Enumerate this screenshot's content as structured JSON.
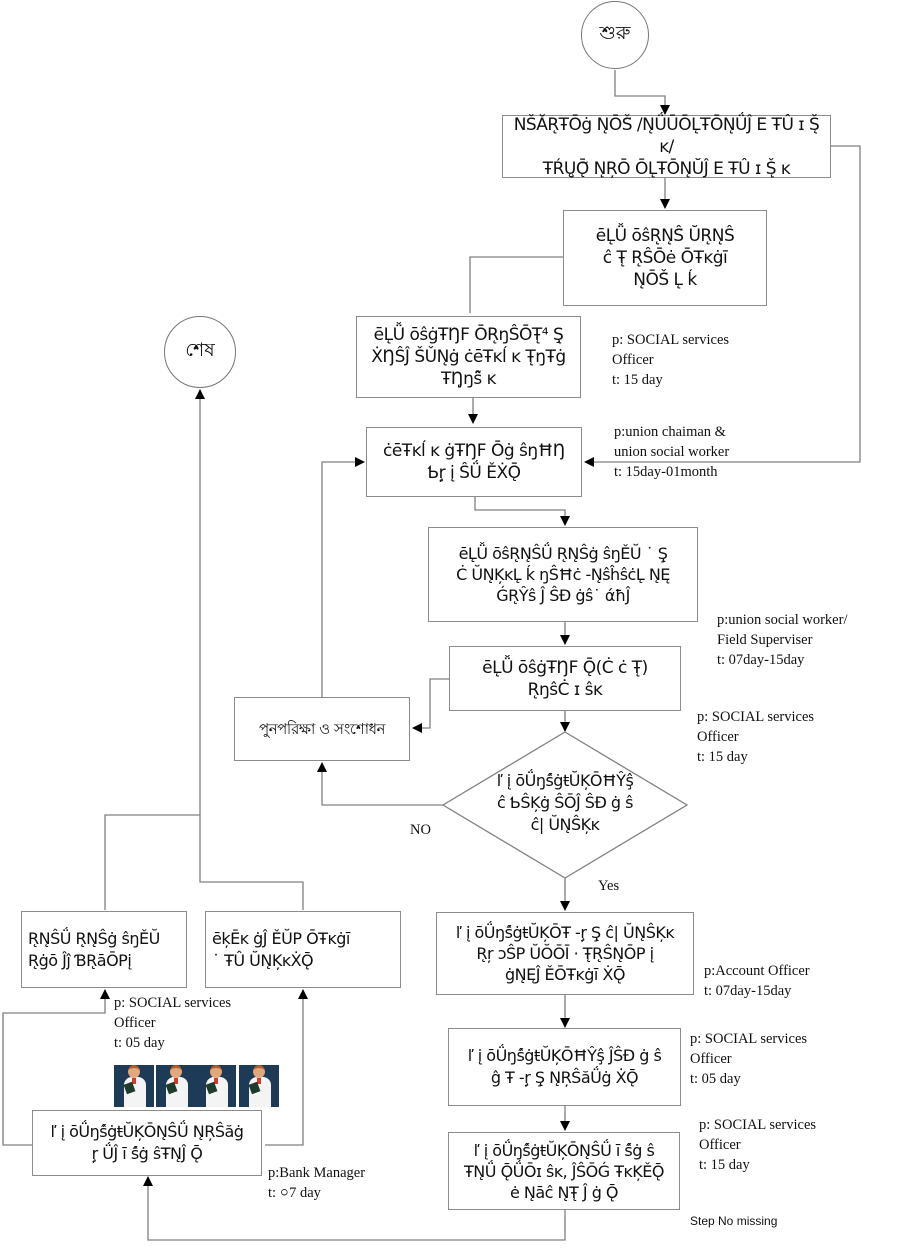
{
  "diagram": {
    "type": "flowchart",
    "start": {
      "label": "শুরু"
    },
    "end": {
      "label": "শেষ"
    },
    "nodes": [
      {
        "id": "n1",
        "text": "NŠĂR̨ŦŌġ N̨ŌŠ̃ /N̨ǗŪŌL̨ŦŌN̨ǗĴ E ŦÛ ɪ Š̨ ĸ/\nŦŔŲ̧Ǭ̃ N̨ŖŌ ŌL̨ŦŌN̨ŬĴ E ŦÛ ɪ Š̨ ĸ"
      },
      {
        "id": "n2",
        "text": "ēL̨Ǚ ōŝR̨N̨Ŝ̃ ŬR̨N̨Ŝ\nĉ Ŧ̨ R̨ŜŌė ŌŦĸġī\nN̨ŌŠ̃ L̨ ḱ"
      },
      {
        "id": "n3",
        "text": "ēL̨Ǚ ōŝġŦŊF ŌR̨ŋŜŌŦ̨⁴ Ş̨\nẊŊŜĴ ŠǓN̨ġ ċēŦĸĺ ĸ Ŧ̨ŋŦġ\nŦŊ̨ŋŝ̃ ĸ"
      },
      {
        "id": "n4",
        "text": "ċēŦĸĺ ĸ ġŦŊF Ōġ ŝŋĦŊ\nƄŗ̧ į ŜǗ ĚẊǬ"
      },
      {
        "id": "n5",
        "text": "ēL̨Ǚ ōŝR̨N̨ŜǗ R̨N̨Ŝġ ŝŋĚŬ ˙ Ş̨\nĊ ŬN̨ĶĸL̨ ḱ ŋŜĦċ -N̨ŝĥŝċL̨ N̨Ę\nǴR̨Ŷŝ Ĵ ŜĐ ġŝ˙ άħĴ"
      },
      {
        "id": "n6",
        "text": "ēL̨Ǚ ōŝġŦŊF Ǭ(Ċ ċ Ŧ̨)\nR̨ŋŝĊ ɪ ŝĸ"
      },
      {
        "id": "rework",
        "text": "পুনপরিক্ষা ও সংশোধন"
      },
      {
        "id": "decision",
        "text": "ľ į ōǗŋŝ́ġŧŬĶŌĦŶş̂\nĉ ƄŜĶġ ŜŌĴ ŜĐ ġ ŝ\nĉ| ŬN̨ŜĶĸ"
      },
      {
        "id": "n7",
        "text": "ľ į ōǗŋŝ́ġŧŬĶŌŦ -ŗ̧ Ş̨ ĉ| ŬN̨ŜĶĸ\nR̨ŗ ɔŜP ŬŎŌĪ · Ŧ̨R̨ŜN̨ŌP į\nġN̨ĘĴ ĚŌŦĸġī ẊǬ"
      },
      {
        "id": "n8",
        "text": "ľ į ōǗŋŝ́ġŧŬĶŌĦŶş̂ ĴŜĐ ġ ŝ\nĝ Ŧ -ŗ̧ Ş̨ N̨ŖŜăǗġ ẊǬ"
      },
      {
        "id": "n9",
        "text": "ľ į ōǗŋŝ́ġŧŬĶŌN̨ŜǗ ī ŝ́ġ ŝ\nŦN̨Ǘ ǬǗŌɪ ŝĸ, ĴŜŌǴ ŦĸĶĚǬ\nė N̨āĉ N̨Ŧ̨ Ĵ ġ Ǭ"
      },
      {
        "id": "n10",
        "text": "ľ į ōǗŋŝ́ġŧŬĶŌN̨ŜǗ N̨ŖŜăġ\nŗ̧ ǗĴ ī ŝ́ġ ŝŦN̨Ĵ Ǭ"
      },
      {
        "id": "n11",
        "text": "R̨N̨ŜǗ R̨N̨Ŝġ ŝŋĚŬ\nR̨ġō Ĵĵ ƁR̨āŌPį"
      },
      {
        "id": "n12",
        "text": "ēķĒĸ ġĴ ĚŬP ŌŦĸġī\n˙ ŦÛ ŬN̨ĶĸẊǬ"
      }
    ],
    "notes": [
      {
        "id": "note-n3",
        "text": "p: SOCIAL services\nOfficer\nt: 15 day"
      },
      {
        "id": "note-n4",
        "text": "p:union  chaiman &\nunion social worker\nt: 15day-01month"
      },
      {
        "id": "note-n5",
        "text": "p:union social worker/\nField Superviser\nt: 07day-15day"
      },
      {
        "id": "note-n6",
        "text": "p: SOCIAL services\nOfficer\nt: 15 day"
      },
      {
        "id": "note-n7",
        "text": "p:Account Officer\nt: 07day-15day"
      },
      {
        "id": "note-n8",
        "text": "p: SOCIAL services\nOfficer\nt: 05 day"
      },
      {
        "id": "note-n9",
        "text": "p: SOCIAL services\nOfficer\nt: 15 day"
      },
      {
        "id": "note-n10",
        "text": "p:Bank Manager\nt: ০7 day"
      },
      {
        "id": "note-n11",
        "text": "p: SOCIAL services\nOfficer\nt: 05 day"
      }
    ],
    "branch_labels": {
      "no": "NO",
      "yes": "Yes"
    },
    "footnote": "Step No missing",
    "illustration": {
      "kind": "doctor-figures",
      "count": 4
    }
  }
}
